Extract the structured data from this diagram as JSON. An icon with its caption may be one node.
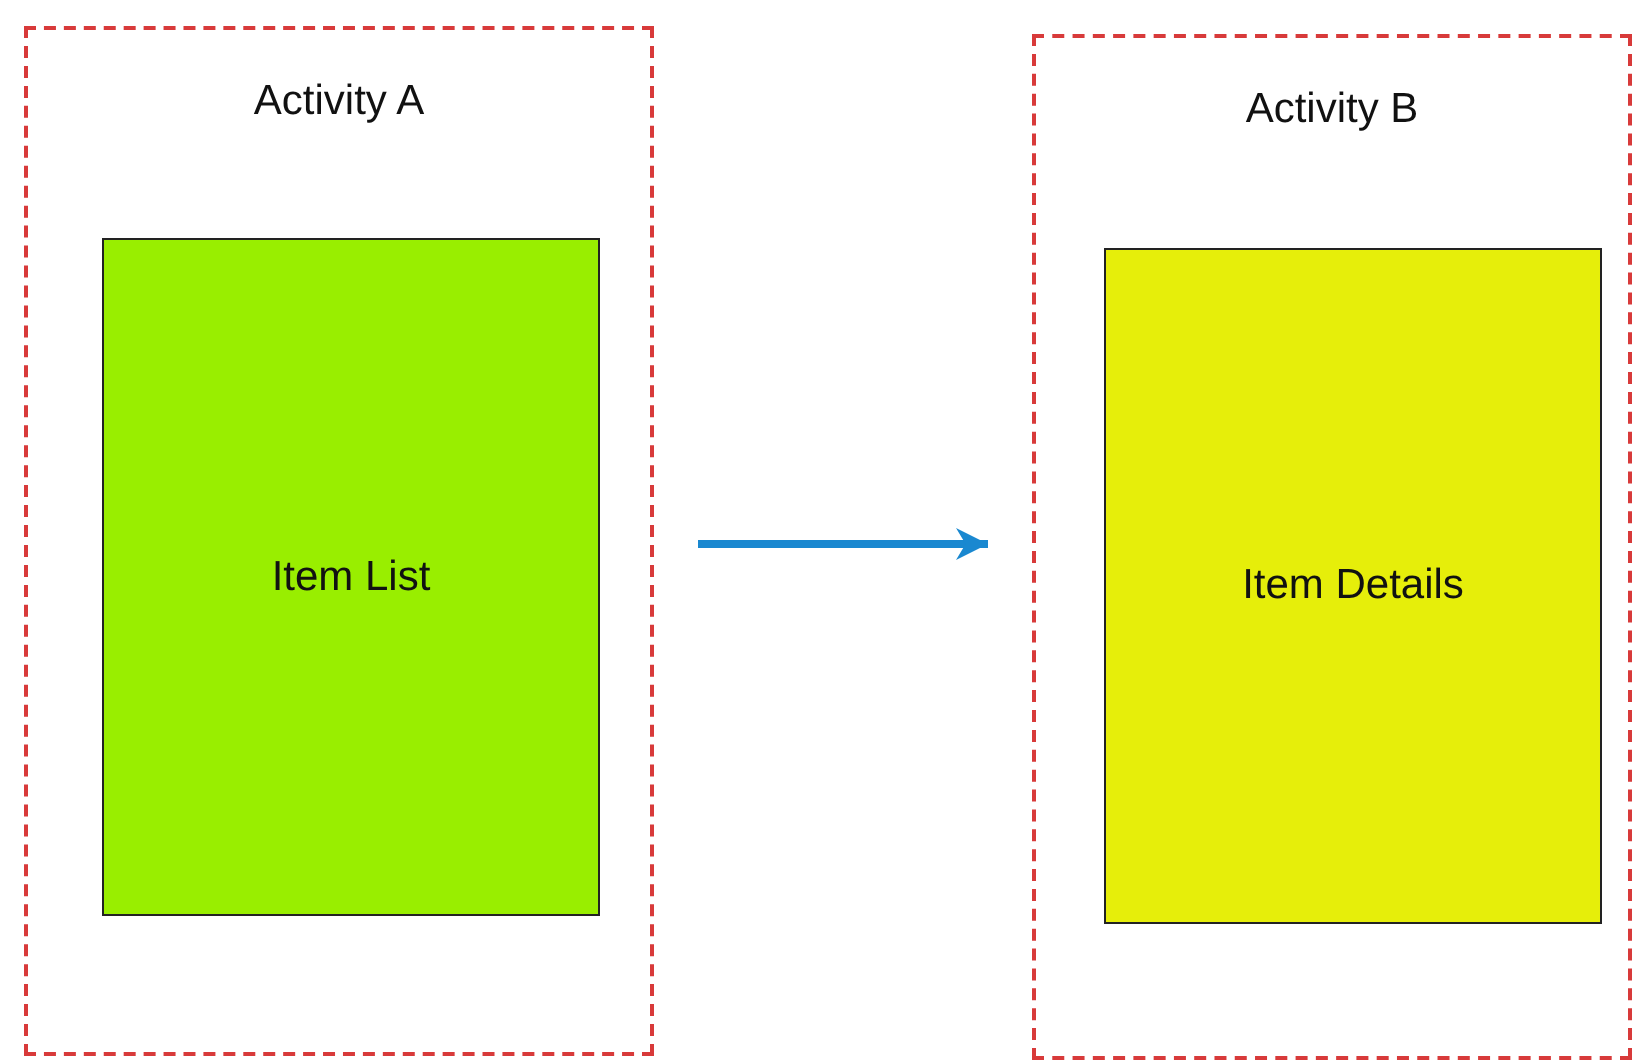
{
  "diagram": {
    "nodes": [
      {
        "text": [
          "Activity A"
        ]
      },
      {
        "text": [
          "Item List"
        ],
        "in": 0
      },
      {
        "text": [
          "Activity B"
        ]
      },
      {
        "text": [
          "Item Details"
        ],
        "in": 2
      }
    ],
    "edges": [
      {
        "from": 0,
        "to": 2,
        "arrow": "to",
        "color": "#1a88d0"
      }
    ]
  }
}
